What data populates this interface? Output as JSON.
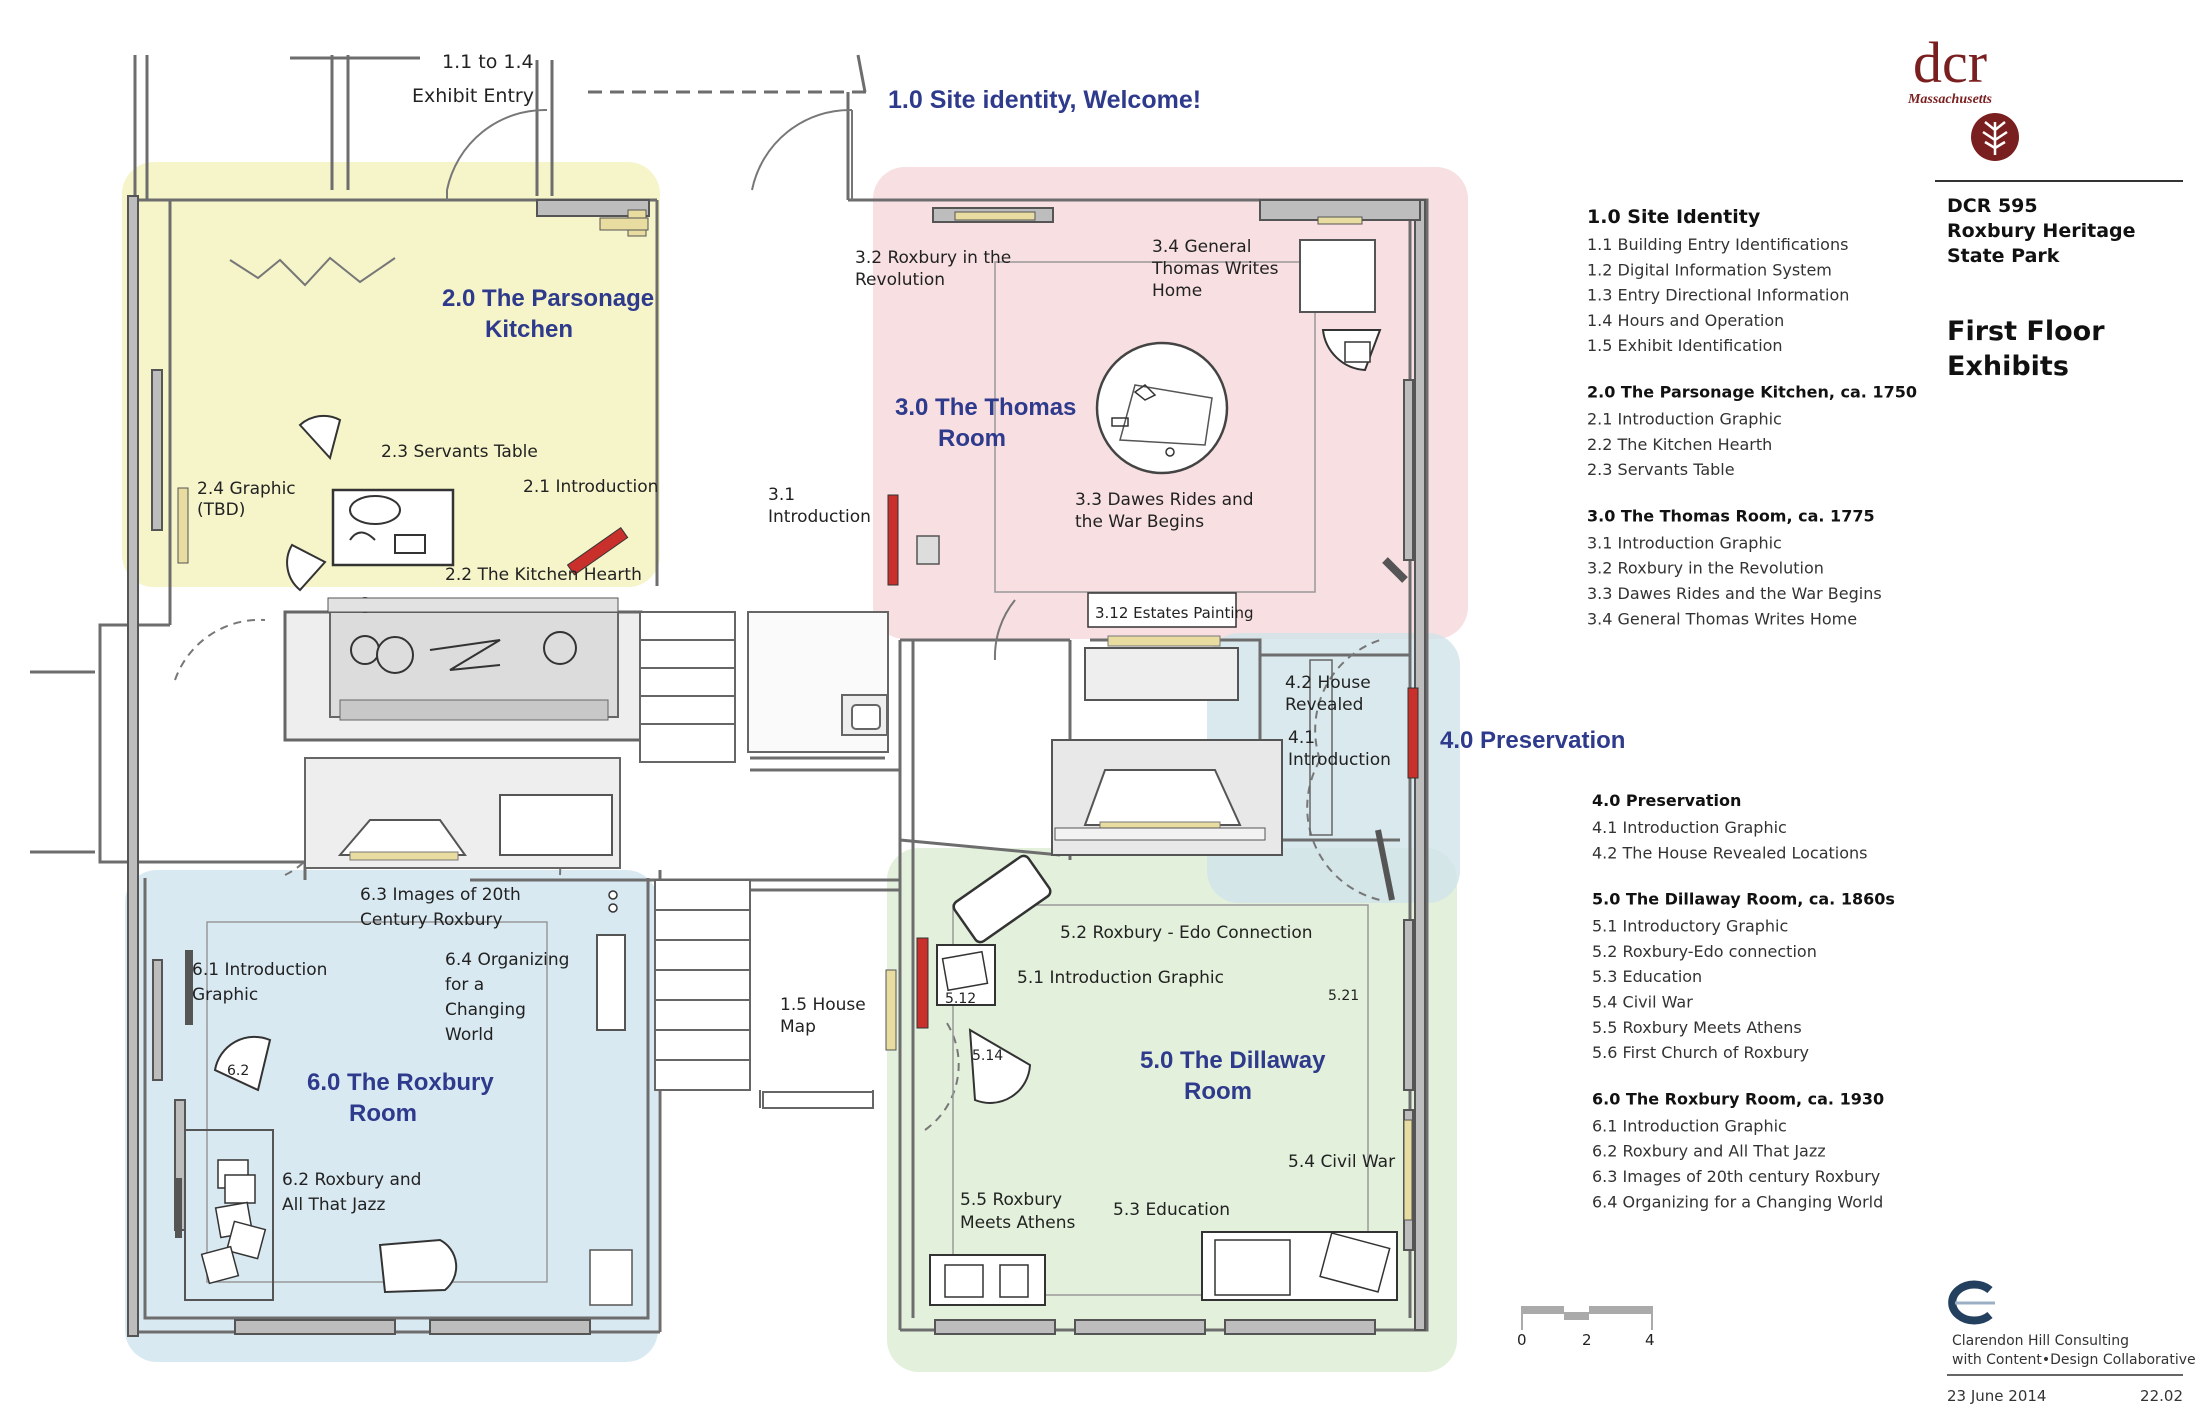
{
  "entry": {
    "line1": "1.1 to 1.4",
    "line2": "Exhibit Entry"
  },
  "banner": "1.0 Site identity, Welcome!",
  "zones": {
    "parsonage": {
      "line1": "2.0 The Parsonage",
      "line2": "Kitchen",
      "color": "#f6f3c6"
    },
    "thomas": {
      "line1": "3.0 The Thomas",
      "line2": "Room",
      "color": "#f7dde0"
    },
    "preservation": {
      "line1": "4.0 Preservation",
      "color": "#d6e8ef"
    },
    "dillaway": {
      "line1": "5.0 The Dillaway",
      "line2": "Room",
      "color": "#e2f0da"
    },
    "roxbury": {
      "line1": "6.0 The Roxbury",
      "line2": "Room",
      "color": "#d7e8f1"
    }
  },
  "labels": {
    "l_2_3": "2.3 Servants Table",
    "l_2_1": "2.1 Introduction",
    "l_2_4a": "2.4 Graphic",
    "l_2_4b": "(TBD)",
    "l_2_2": "2.2 The Kitchen Hearth",
    "l_3_2a": "3.2 Roxbury in the",
    "l_3_2b": "Revolution",
    "l_3_4a": "3.4 General",
    "l_3_4b": "Thomas Writes",
    "l_3_4c": "Home",
    "l_3_1a": "3.1",
    "l_3_1b": "Introduction",
    "l_3_3a": "3.3 Dawes Rides and",
    "l_3_3b": "the War Begins",
    "l_3_12": "3.12 Estates Painting",
    "l_4_2a": "4.2 House",
    "l_4_2b": "Revealed",
    "l_4_1a": "4.1",
    "l_4_1b": "Introduction",
    "l_6_3a": "6.3 Images of 20th",
    "l_6_3b": "Century Roxbury",
    "l_6_1a": "6.1 Introduction",
    "l_6_1b": "Graphic",
    "l_6_4a": "6.4 Organizing",
    "l_6_4b": "for a",
    "l_6_4c": "Changing",
    "l_6_4d": "World",
    "l_6_2": "6.2",
    "l_6_2a": "6.2 Roxbury and",
    "l_6_2b": "All That Jazz",
    "l_1_5a": "1.5 House",
    "l_1_5b": "Map",
    "l_5_2": "5.2 Roxbury - Edo Connection",
    "l_5_1": "5.1 Introduction Graphic",
    "l_5_12": "5.12",
    "l_5_21": "5.21",
    "l_5_14": "5.14",
    "l_5_4": "5.4 Civil War",
    "l_5_5a": "5.5 Roxbury",
    "l_5_5b": "Meets Athens",
    "l_5_3": "5.3 Education"
  },
  "logo": {
    "text": "dcr",
    "sub": "Massachusetts",
    "color": "#7a1f1f"
  },
  "project": {
    "code": "DCR 595",
    "name1": "Roxbury Heritage",
    "name2": "State Park",
    "sheet1": "First Floor",
    "sheet2": "Exhibits"
  },
  "legend_top": [
    {
      "heading": "1.0 Site Identity",
      "items": [
        "1.1  Building Entry Identifications",
        "1.2  Digital Information System",
        "1.3  Entry Directional Information",
        "1.4  Hours and Operation",
        "1.5  Exhibit Identification"
      ]
    },
    {
      "heading": "2.0 The Parsonage Kitchen, ca. 1750",
      "items": [
        "2.1  Introduction Graphic",
        "2.2  The Kitchen Hearth",
        "2.3  Servants Table"
      ]
    },
    {
      "heading": "3.0 The Thomas Room, ca. 1775",
      "items": [
        "3.1  Introduction Graphic",
        "3.2  Roxbury in the Revolution",
        "3.3  Dawes Rides and the War Begins",
        "3.4  General Thomas Writes Home"
      ]
    }
  ],
  "legend_bottom": [
    {
      "heading": "4.0 Preservation",
      "items": [
        "4.1 Introduction Graphic",
        "4.2 The House Revealed Locations"
      ]
    },
    {
      "heading": "5.0 The Dillaway Room, ca. 1860s",
      "items": [
        "5.1 Introductory Graphic",
        "5.2 Roxbury-Edo connection",
        "5.3 Education",
        "5.4 Civil War",
        "5.5 Roxbury Meets Athens",
        "5.6 First Church of Roxbury"
      ]
    },
    {
      "heading": "6.0 The Roxbury Room, ca. 1930",
      "items": [
        "6.1 Introduction Graphic",
        "6.2 Roxbury and All That Jazz",
        "6.3 Images of 20th century Roxbury",
        "6.4 Organizing for a Changing World"
      ]
    }
  ],
  "scale": {
    "t0": "0",
    "t2": "2",
    "t4": "4"
  },
  "credits": {
    "line1": "Clarendon Hill Consulting",
    "line2": "with Content•Design Collaborative"
  },
  "footer": {
    "date": "23 June 2014",
    "page": "22.02"
  }
}
